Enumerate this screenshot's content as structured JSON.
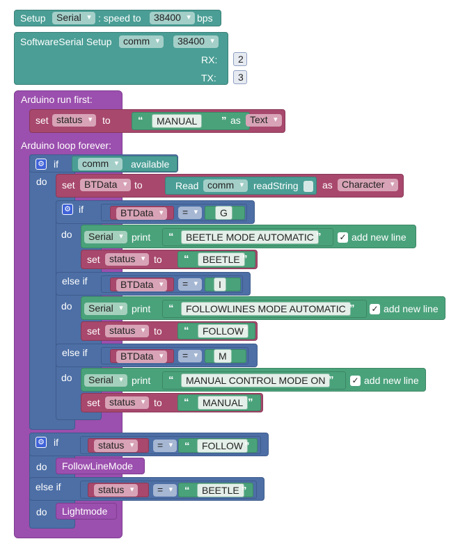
{
  "setup_serial": {
    "label": "Setup",
    "port": "Serial",
    "speed_label": ": speed to",
    "speed": "38400",
    "unit": "bps"
  },
  "softserial": {
    "label": "SoftwareSerial Setup",
    "name": "comm",
    "speed": "38400",
    "rx_label": "RX:",
    "rx": "2",
    "tx_label": "TX:",
    "tx": "3"
  },
  "run_first": {
    "label": "Arduino run first:",
    "set": "set",
    "var": "status",
    "to": "to",
    "value": "MANUAL",
    "as": "as",
    "type": "Text"
  },
  "loop": {
    "label": "Arduino loop forever:",
    "if_label": "if",
    "do_label": "do",
    "elseif_label": "else if",
    "open_quote": "“",
    "close_quote": "”",
    "outer_if": {
      "port": "comm",
      "available": "available"
    },
    "read": {
      "set": "set",
      "var": "BTData",
      "to": "to",
      "read": "Read",
      "port": "comm",
      "method": "readString",
      "as": "as",
      "type": "Character"
    },
    "branches": [
      {
        "var": "BTData",
        "op": "=",
        "char": "G",
        "print_port": "Serial",
        "print": "print",
        "message": "BEETLE MODE AUTOMATIC",
        "newline": "add new line",
        "set": "set",
        "set_var": "status",
        "to": "to",
        "set_value": "BEETLE"
      },
      {
        "var": "BTData",
        "op": "=",
        "char": "I",
        "print_port": "Serial",
        "print": "print",
        "message": "FOLLOWLINES MODE AUTOMATIC",
        "newline": "add new line",
        "set": "set",
        "set_var": "status",
        "to": "to",
        "set_value": "FOLLOW"
      },
      {
        "var": "BTData",
        "op": "=",
        "char": "M",
        "print_port": "Serial",
        "print": "print",
        "message": "MANUAL CONTROL MODE ON",
        "newline": "add new line",
        "set": "set",
        "set_var": "status",
        "to": "to",
        "set_value": "MANUAL"
      }
    ],
    "mode_if": [
      {
        "var": "status",
        "op": "=",
        "value": "FOLLOW",
        "call": "FollowLineMode"
      },
      {
        "var": "status",
        "op": "=",
        "value": "BEETLE",
        "call": "Lightmode"
      }
    ]
  }
}
